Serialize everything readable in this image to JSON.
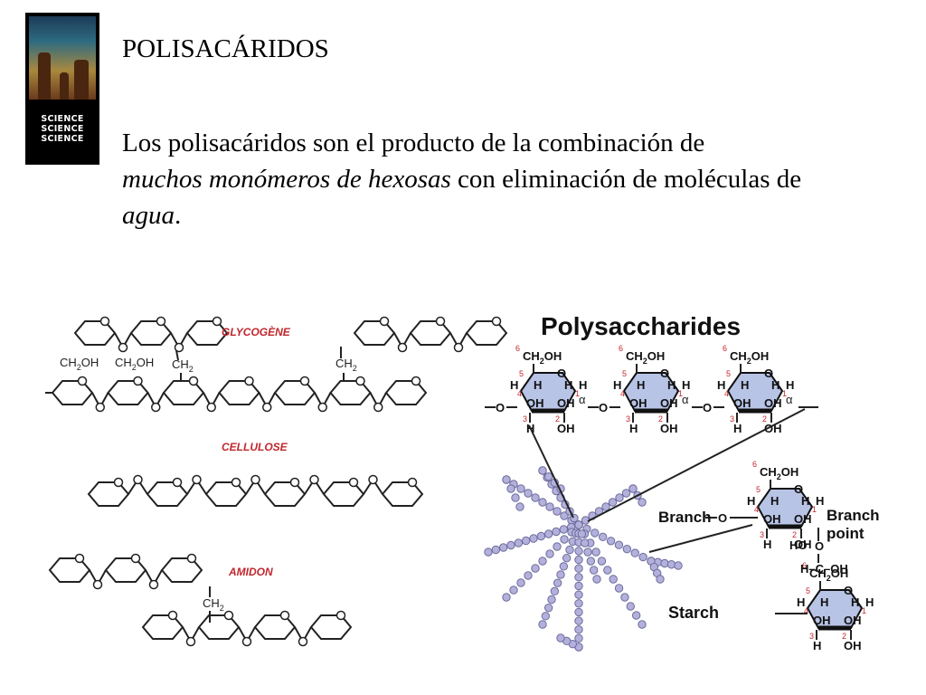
{
  "slide": {
    "title": "POLISACÁRIDOS",
    "body": {
      "part1": "Los polisacáridos son el producto de la combinación de",
      "part2_italic": "muchos monómeros de hexosas",
      "part3": " con eliminación de moléculas de ",
      "part4_italic": "agua",
      "part5": "."
    },
    "logo": {
      "lines": [
        "SCIENCE",
        "SCIENCE",
        "SCIENCE"
      ],
      "icon": "science-logo-icon"
    }
  },
  "left_figure": {
    "glycogen_label": "GLYCOGÈNE",
    "cellulose_label": "CELLULOSE",
    "amidon_label": "AMIDON",
    "ch2oh": "CH2OH",
    "ch2": "CH2"
  },
  "right_figure": {
    "title": "Polysaccharides",
    "alpha": "α",
    "branch_label": "Branch",
    "branch_point_label": "Branch point",
    "starch_label": "Starch",
    "atoms": {
      "h": "H",
      "oh": "OH",
      "o": "O",
      "ho": "HO",
      "ch2oh": "CH2OH",
      "c": "C"
    },
    "ring_color": "#b8c4e6",
    "granule_color": "#b3b1dc"
  }
}
